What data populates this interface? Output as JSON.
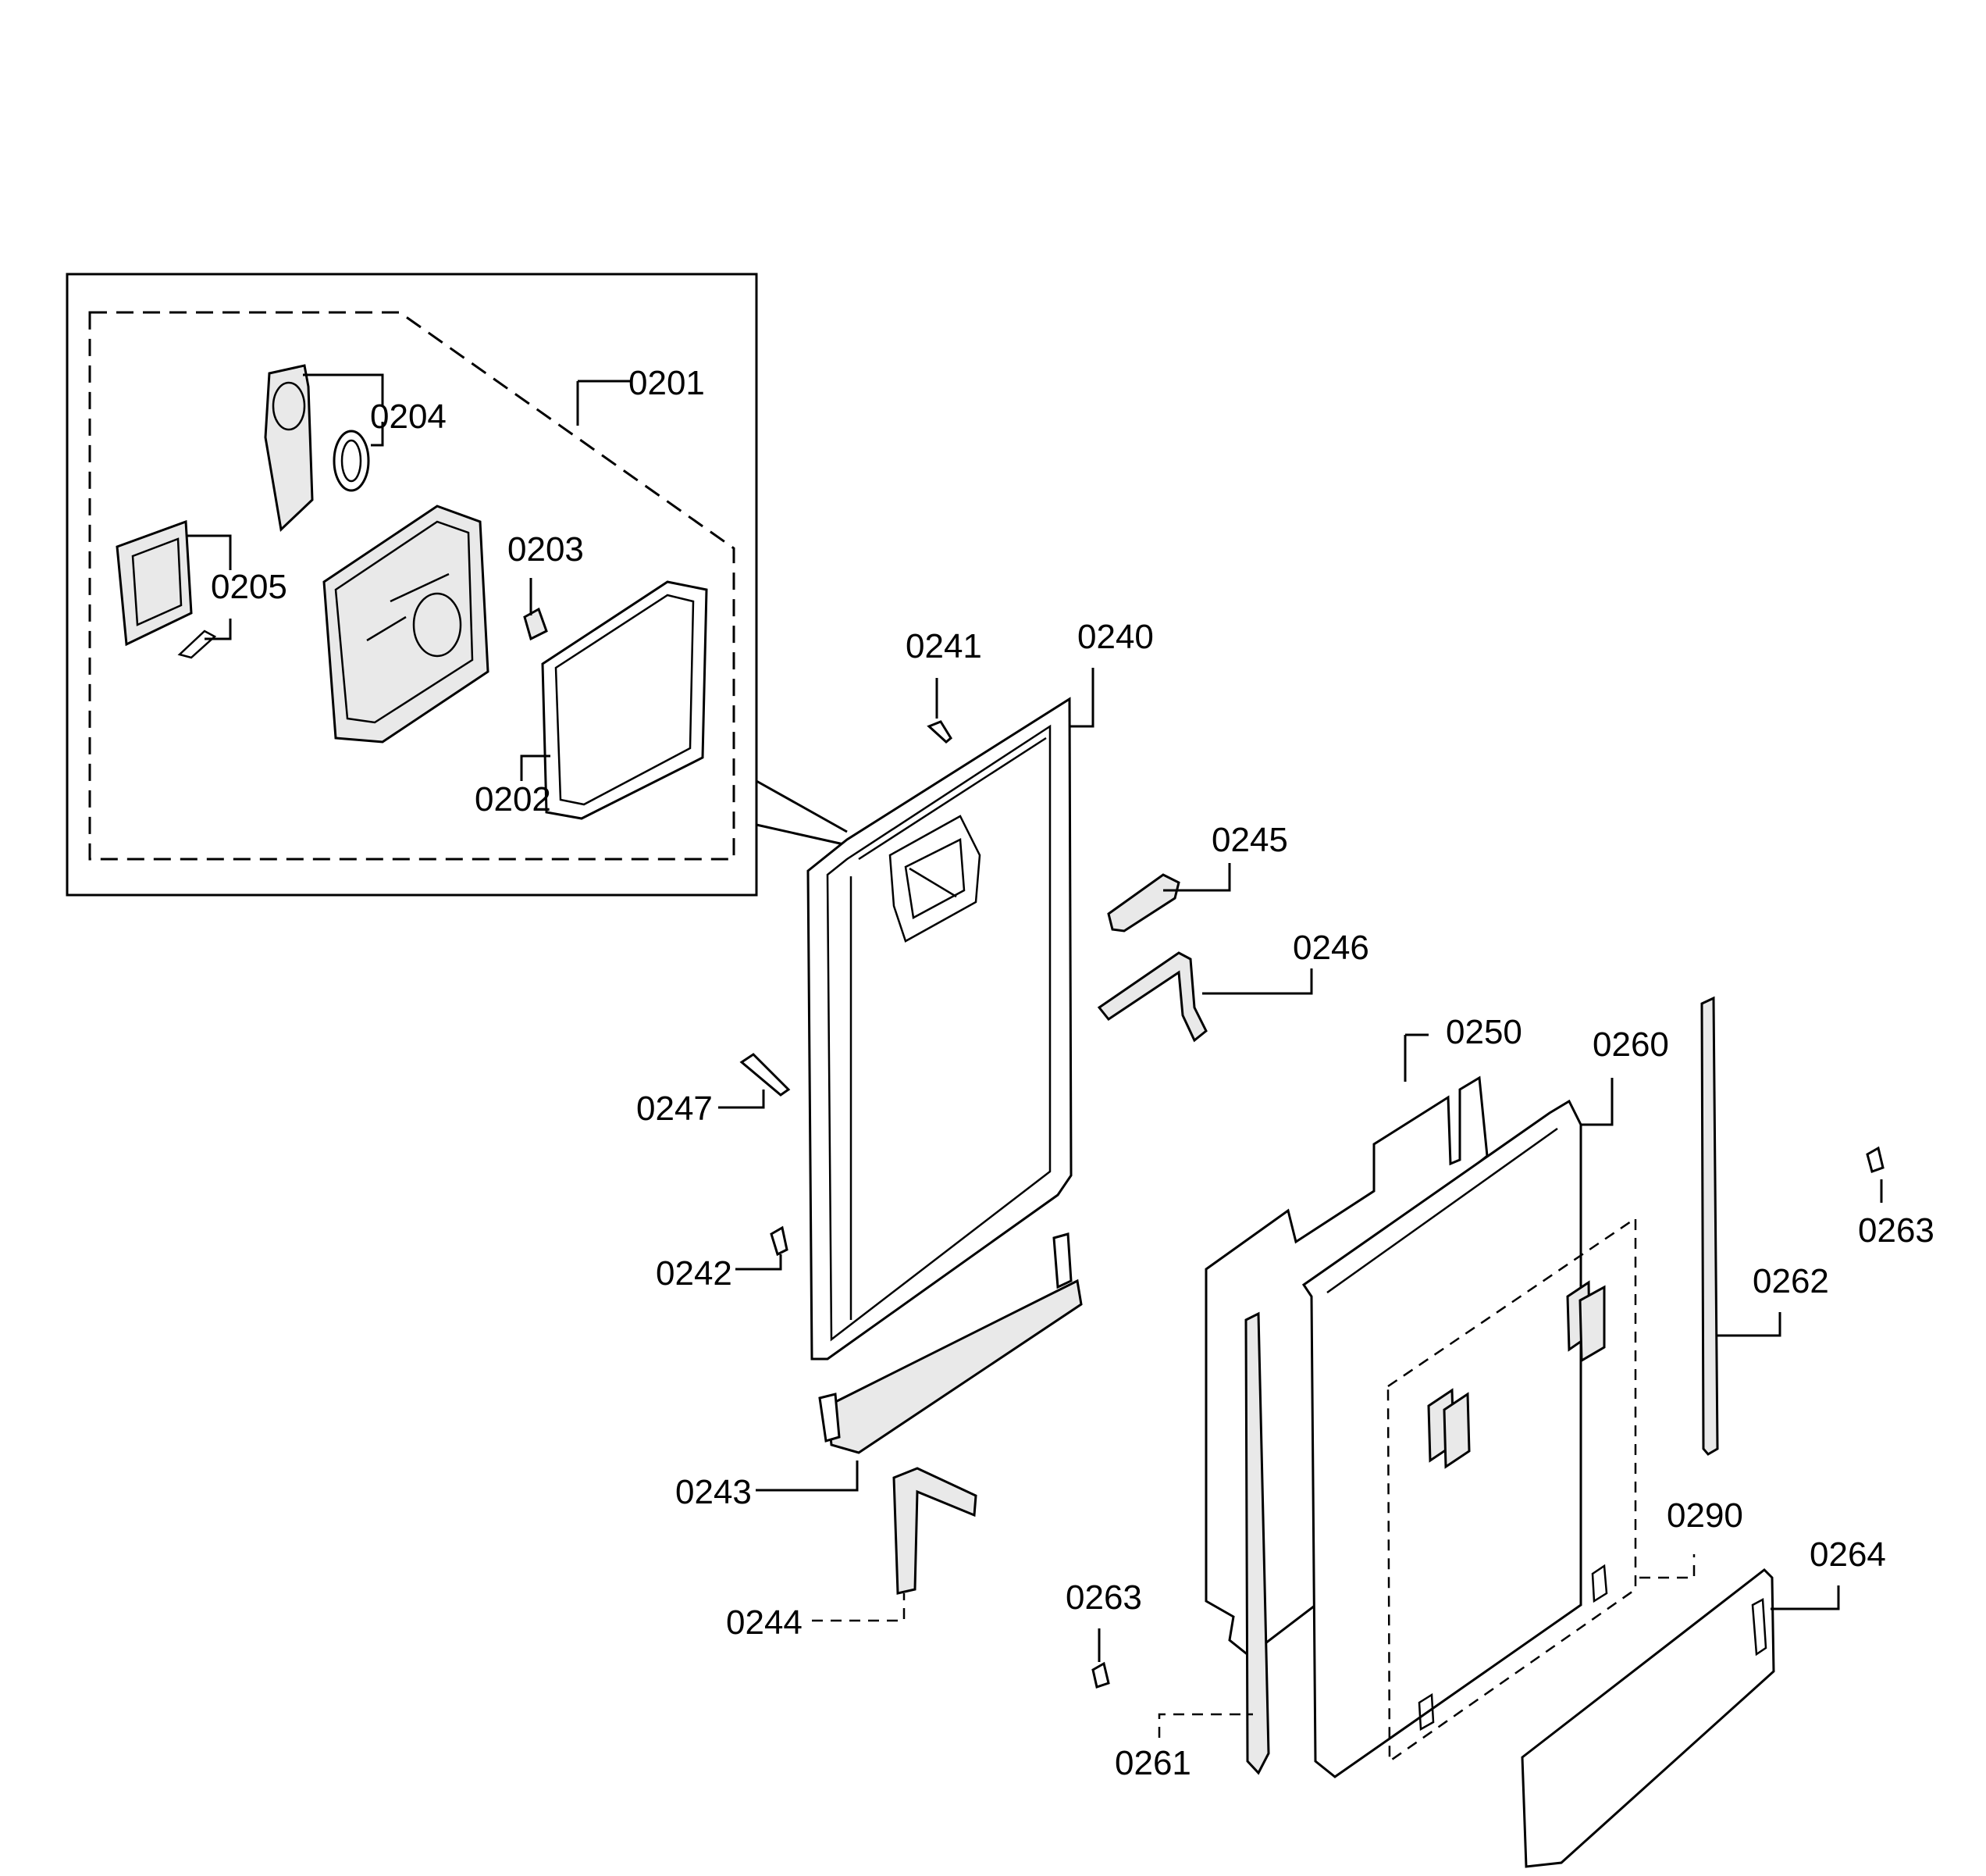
{
  "callouts": {
    "c0201": "0201",
    "c0202": "0202",
    "c0203": "0203",
    "c0204": "0204",
    "c0205": "0205",
    "c0240": "0240",
    "c0241": "0241",
    "c0242": "0242",
    "c0243": "0243",
    "c0244": "0244",
    "c0245": "0245",
    "c0246": "0246",
    "c0247": "0247",
    "c0250": "0250",
    "c0260": "0260",
    "c0261": "0261",
    "c0262": "0262",
    "c0263a": "0263",
    "c0263b": "0263",
    "c0264": "0264",
    "c0290": "0290"
  }
}
